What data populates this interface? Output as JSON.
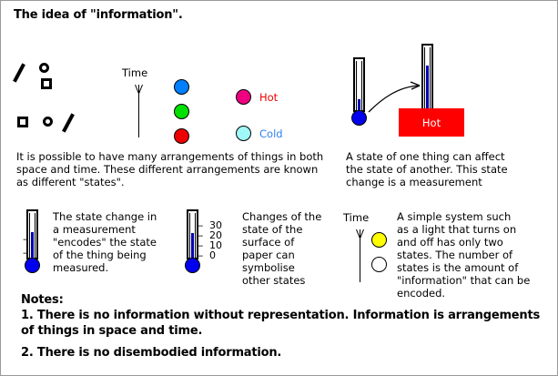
{
  "page": {
    "title": "The idea of \"information\".",
    "background": "#ffffff",
    "border_color": "#999999"
  },
  "colors": {
    "blue_dot": "#0080ff",
    "green_dot": "#00e000",
    "red_dot": "#ee0000",
    "hot_dot": "#ee0080",
    "cold_dot": "#a0f8f8",
    "hot_text": "#ee0000",
    "cold_text": "#3080f0",
    "hot_box": "#ff0000",
    "mercury": "#0000b4",
    "bulb": "#0000ee",
    "light_on": "#ffff00",
    "light_off": "#ffffff"
  },
  "panel_arrangements": {
    "glyph_row_top": [
      "slash",
      "circle-open",
      "square-open"
    ],
    "glyph_row_bottom": [
      "square-open",
      "circle-open",
      "slash"
    ],
    "time_label": "Time",
    "sequence_dots": [
      {
        "name": "dot-blue",
        "color": "#0080ff"
      },
      {
        "name": "dot-green",
        "color": "#00e000"
      },
      {
        "name": "dot-red",
        "color": "#ee0000"
      }
    ],
    "legend": [
      {
        "label": "Hot",
        "dot_color": "#ee0080",
        "text_color": "#ee0000"
      },
      {
        "label": "Cold",
        "dot_color": "#a0f8f8",
        "text_color": "#3080f0"
      }
    ],
    "caption": "It is possible to have many arrangements of things in both\nspace and time. These different arrangements are known\nas different \"states\"."
  },
  "panel_measurement": {
    "thermometer_left": {
      "fill_percent": 18
    },
    "thermometer_right": {
      "fill_percent": 72
    },
    "hot_box_label": "Hot",
    "caption": "A state of one thing can affect\nthe state of another. This state\nchange is a measurement"
  },
  "panel_encodes": {
    "thermometer": {
      "fill_percent": 62,
      "ticks": [
        "--",
        "--"
      ]
    },
    "caption": "The state change in\na measurement\n\"encodes\" the state\nof the thing being\nmeasured."
  },
  "panel_scale": {
    "thermometer": {
      "fill_percent": 60
    },
    "scale_ticks": [
      {
        "mark": "--",
        "value": "30"
      },
      {
        "mark": "--",
        "value": "20"
      },
      {
        "mark": "--",
        "value": "10"
      },
      {
        "mark": "--",
        "value": "0"
      }
    ],
    "caption": "Changes of the\nstate of the\nsurface of\npaper can\nsymbolise\nother states"
  },
  "panel_light": {
    "time_label": "Time",
    "lights": [
      {
        "name": "light-on",
        "color": "#ffff00"
      },
      {
        "name": "light-off",
        "color": "#ffffff"
      }
    ],
    "caption": "A simple system such\nas a light that turns on\nand off has only two\nstates. The number of\nstates is the amount of\n\"information\" that can be\nencoded."
  },
  "notes": {
    "heading": "Notes:",
    "item1": "1. There is no information without representation. Information is arrangements\nof things in space and time.",
    "item2": "2. There is no disembodied information."
  }
}
